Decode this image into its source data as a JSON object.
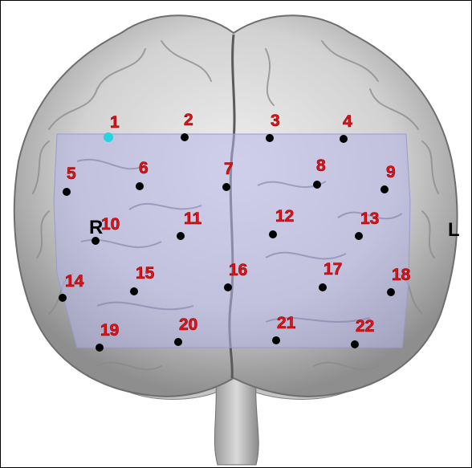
{
  "image": {
    "hemisphere_labels": {
      "right": "R",
      "left": "L"
    },
    "electrodes": [
      {
        "label": "1"
      },
      {
        "label": "2"
      },
      {
        "label": "3"
      },
      {
        "label": "4"
      },
      {
        "label": "5"
      },
      {
        "label": "6"
      },
      {
        "label": "7"
      },
      {
        "label": "8"
      },
      {
        "label": "9"
      },
      {
        "label": "10"
      },
      {
        "label": "11"
      },
      {
        "label": "12"
      },
      {
        "label": "13"
      },
      {
        "label": "14"
      },
      {
        "label": "15"
      },
      {
        "label": "16"
      },
      {
        "label": "17"
      },
      {
        "label": "18"
      },
      {
        "label": "19"
      },
      {
        "label": "20"
      },
      {
        "label": "21"
      },
      {
        "label": "22"
      }
    ],
    "colors": {
      "electrode_dot": "#000000",
      "reference_dot": "#27d3e0",
      "electrode_label": "#e8111a",
      "brain_surface": "#cfcfcf",
      "overlay_region": "#b9b9e6"
    }
  }
}
